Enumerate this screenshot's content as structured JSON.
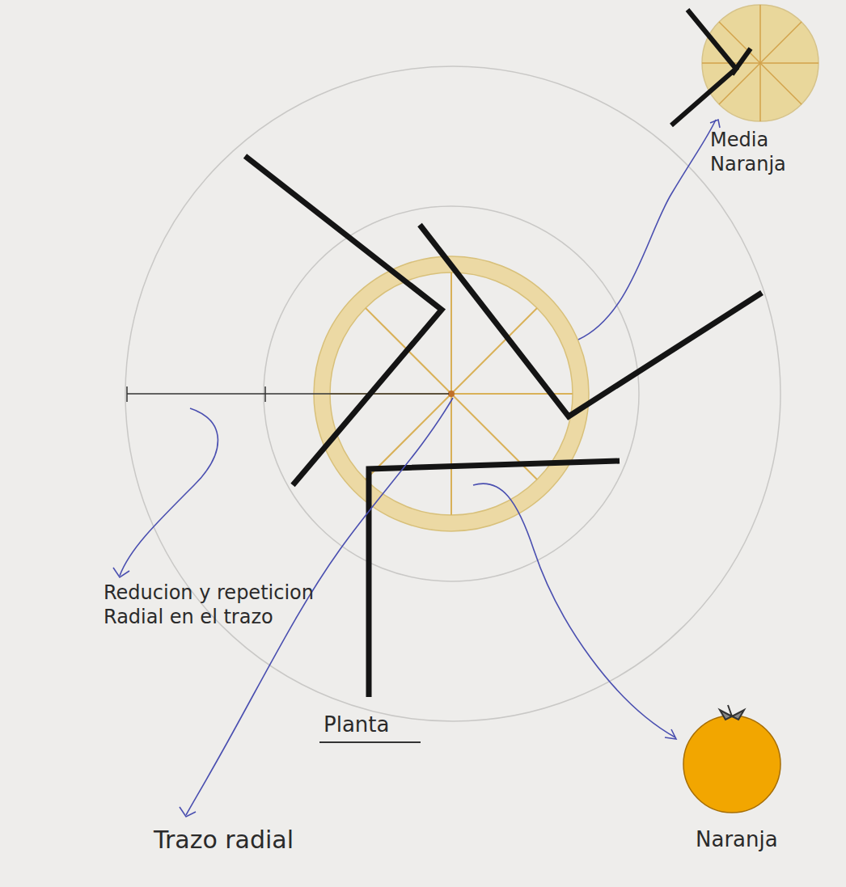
{
  "diagram": {
    "labels": [
      "Media Naranja",
      "Reducion y repeticion Radial en el trazo",
      "Planta",
      "Trazo radial",
      "Naranja"
    ]
  }
}
